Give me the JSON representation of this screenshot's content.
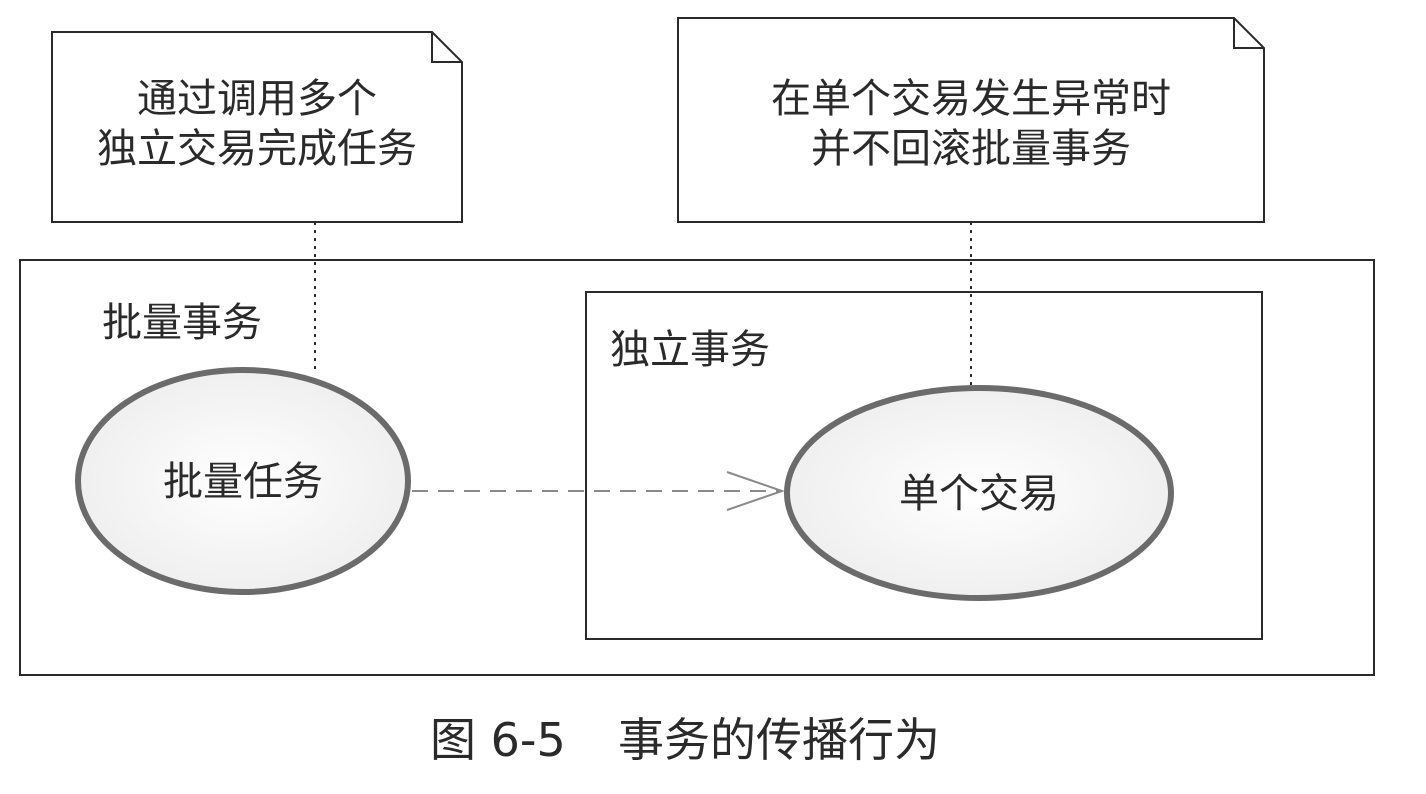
{
  "notes": {
    "left": {
      "lines": [
        "通过调用多个",
        "独立交易完成任务"
      ]
    },
    "right": {
      "lines": [
        "在单个交易发生异常时",
        "并不回滚批量事务"
      ]
    }
  },
  "frames": {
    "outer": {
      "label": "批量事务"
    },
    "inner": {
      "label": "独立事务"
    }
  },
  "nodes": {
    "batch_task": {
      "label": "批量任务"
    },
    "single_transaction": {
      "label": "单个交易"
    }
  },
  "caption": {
    "figure_number": "图 6-5",
    "title": "事务的传播行为"
  },
  "colors": {
    "line": "#2a2a2a",
    "ellipse_stroke": "#6b6b6b",
    "ellipse_fill": "#f1f1f1",
    "arrow": "#8a8a8a"
  }
}
